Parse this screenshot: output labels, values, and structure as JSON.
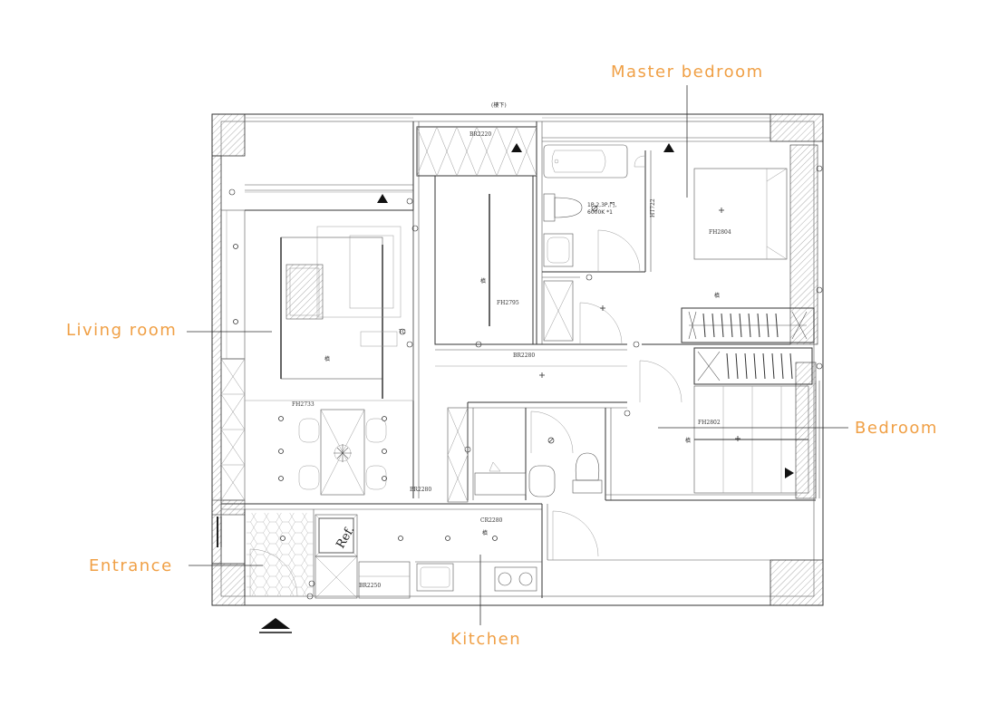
{
  "colors": {
    "label": "#f0a046",
    "line": "#333333",
    "hatch": "#888888"
  },
  "labels": {
    "master_bedroom": "Master bedroom",
    "living_room": "Living room",
    "bedroom": "Bedroom",
    "entrance": "Entrance",
    "kitchen": "Kitchen"
  },
  "plan_text": {
    "stair_note": "(樓下)",
    "br2220": "BR2220",
    "fh2795": "FH2795",
    "fh2804": "FH2804",
    "fh2733": "FH2733",
    "fh2802": "FH2802",
    "br2280_hall": "BR2280",
    "br2280_kitchen": "BR2280",
    "cr2280": "CR2280",
    "br2250": "BR2250",
    "ht722": "HT722",
    "ref": "Ref.",
    "ceiling_mark_1": "槙",
    "ceiling_mark_2": "槙",
    "ceiling_mark_3": "槙",
    "ceiling_mark_4": "槙",
    "ceiling_mark_5": "槙",
    "tc_mark": "TC",
    "bath_note_1": "1P,2,3P,門,",
    "bath_note_2": "6000K *1"
  },
  "icons": {
    "entry_arrow": "north-arrow-icon",
    "section_marker": "section-triangle-icon",
    "fridge": "fridge-icon",
    "cooktop": "cooktop-icon",
    "sink": "sink-icon",
    "toilet": "toilet-icon",
    "bathtub": "bathtub-icon",
    "bed": "bed-icon",
    "sofa": "sofa-icon",
    "dining_table": "dining-table-icon"
  }
}
